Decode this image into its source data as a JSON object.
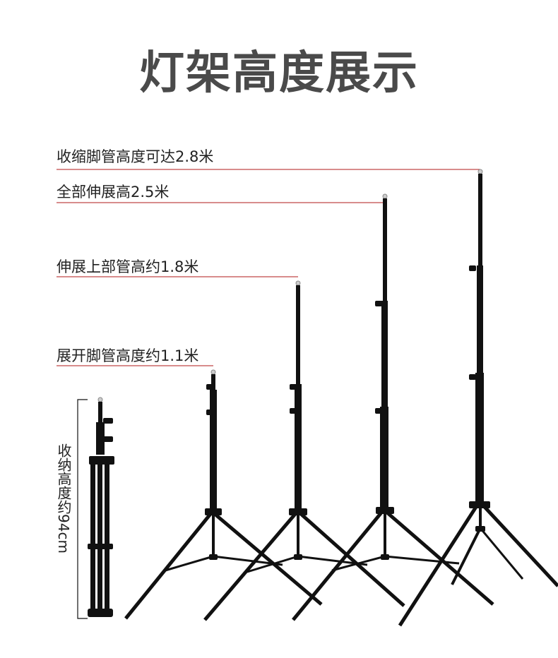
{
  "title": "灯架高度展示",
  "labels": {
    "h28": "收缩脚管高度可达2.8米",
    "h25": "全部伸展高2.5米",
    "h18": "伸展上部管高约1.8米",
    "h11": "展开脚管高度约1.1米"
  },
  "folded": {
    "text": "收纳高度约",
    "value": "94cm"
  },
  "colors": {
    "title": "#4a4a4a",
    "guide_line": "#b01818",
    "stand": "#111111"
  }
}
